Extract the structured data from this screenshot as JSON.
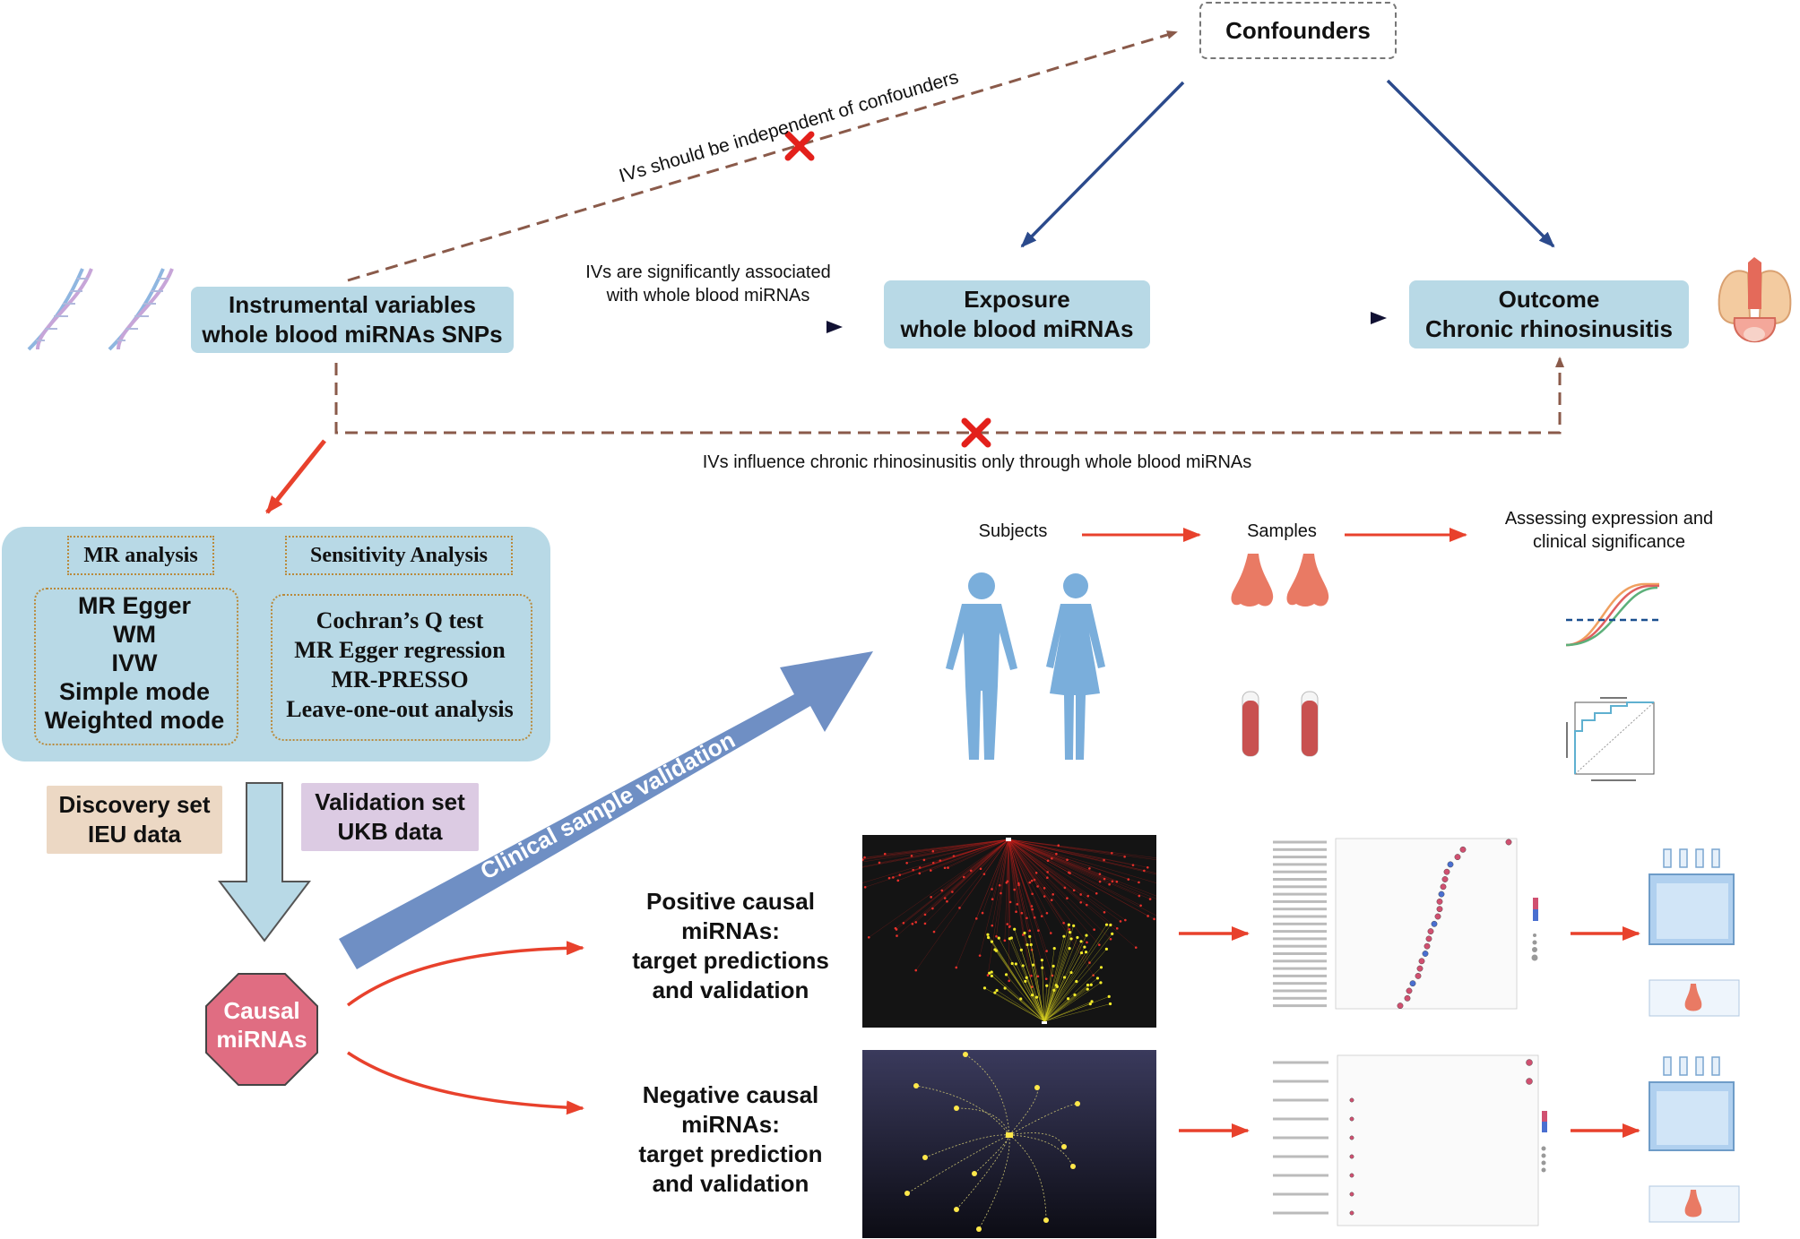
{
  "confounders": "Confounders",
  "iv_box": {
    "line1": "Instrumental variables",
    "line2": "whole blood miRNAs SNPs"
  },
  "exposure_box": {
    "line1": "Exposure",
    "line2": "whole blood miRNAs"
  },
  "outcome_box": {
    "line1": "Outcome",
    "line2": "Chronic rhinosinusitis"
  },
  "assumptions": {
    "independence": "IVs should be independent of confounders",
    "relevance_line1": "IVs are significantly associated",
    "relevance_line2": "with whole blood miRNAs",
    "exclusion": "IVs influence chronic rhinosinusitis only through whole blood miRNAs"
  },
  "mr_panel": {
    "mr_header": "MR analysis",
    "sens_header": "Sensitivity Analysis",
    "mr_methods": [
      "MR Egger",
      "WM",
      "IVW",
      "Simple mode",
      "Weighted mode"
    ],
    "sens_methods": [
      "Cochran’s Q test",
      "MR Egger regression",
      "MR-PRESSO",
      "Leave-one-out analysis"
    ]
  },
  "discovery": {
    "line1": "Discovery set",
    "line2": "IEU data"
  },
  "validation": {
    "line1": "Validation set",
    "line2": "UKB data"
  },
  "causal": {
    "line1": "Causal",
    "line2": "miRNAs"
  },
  "clinical_arrow": "Clinical sample validation",
  "clinical": {
    "subjects": "Subjects",
    "samples": "Samples",
    "assess_line1": "Assessing expression and",
    "assess_line2": "clinical significance"
  },
  "positive": {
    "line1": "Positive causal",
    "line2": "miRNAs:",
    "line3": "target predictions",
    "line4": "and validation"
  },
  "negative": {
    "line1": "Negative causal",
    "line2": "miRNAs:",
    "line3": "target prediction",
    "line4": "and validation"
  },
  "colors": {
    "box_blue": "#b8d9e6",
    "dashed_brown": "#8a5a4a",
    "navy_arrow": "#2b4a8c",
    "red_arrow": "#e8412c",
    "red_cross": "#e3201b",
    "causal_octagon": "#e06d82",
    "discovery_bg": "#ecd8c4",
    "validation_bg": "#dccbe3",
    "clinical_arrow": "#6f8fc4",
    "dotted_gold": "#b98a3c"
  }
}
